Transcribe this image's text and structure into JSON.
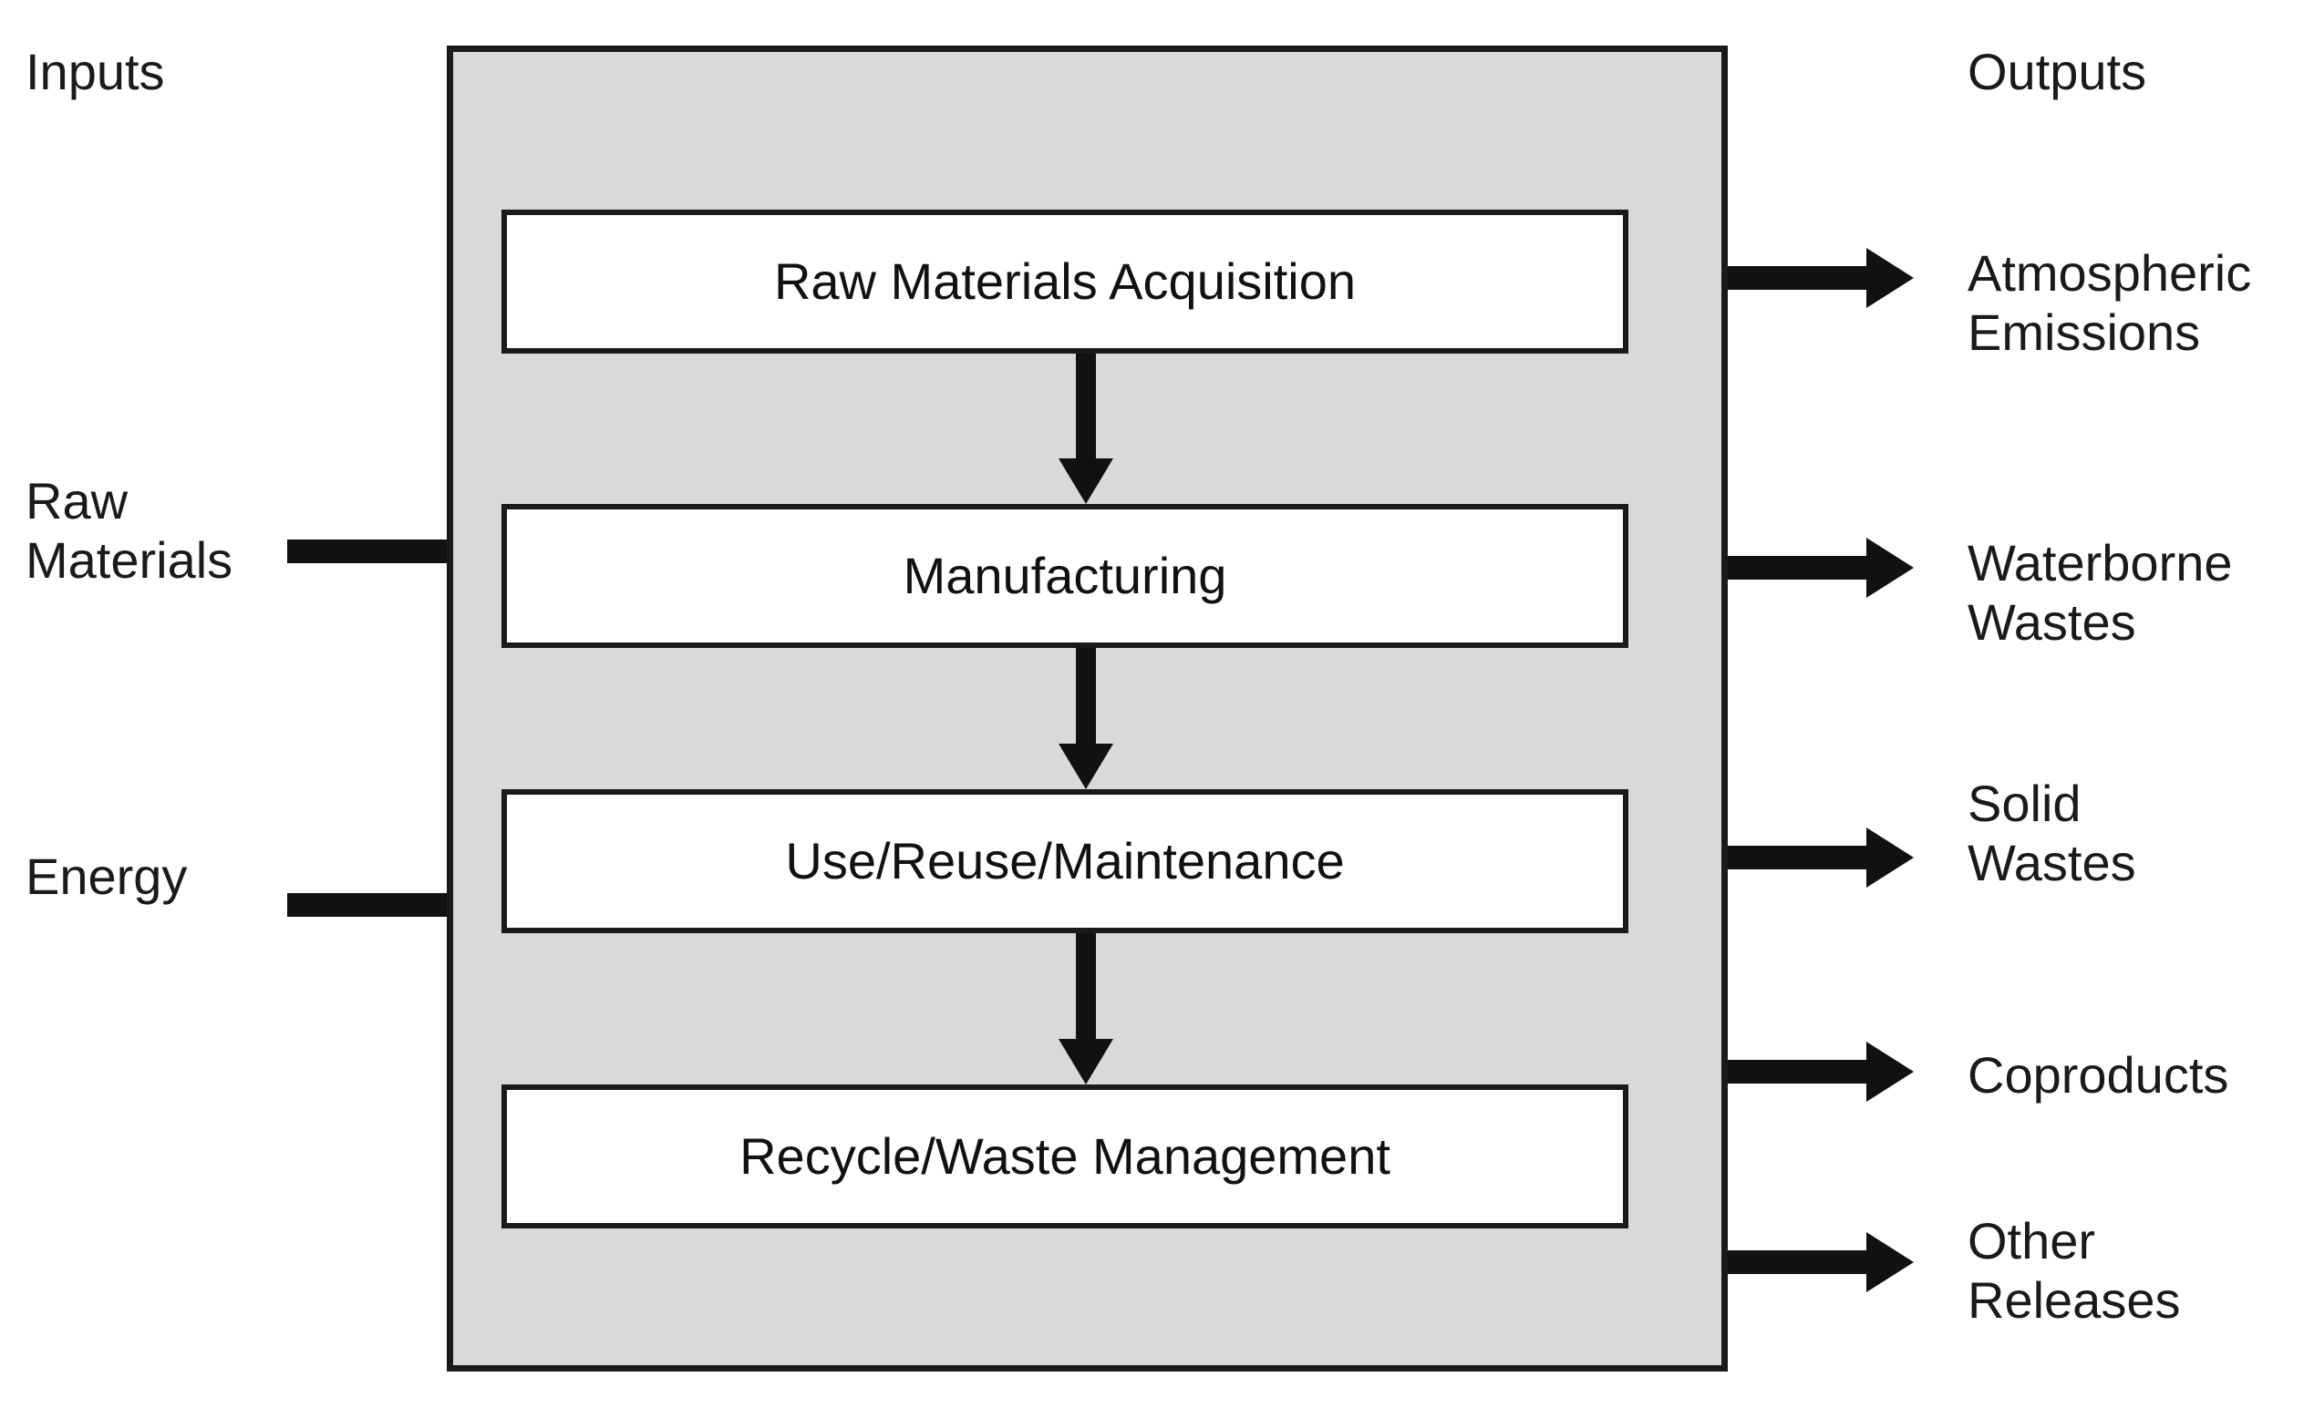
{
  "diagram": {
    "title_inputs": "Inputs",
    "title_outputs": "Outputs",
    "boundary_fill_color": "#D9D9D9",
    "stroke_color": "#111111",
    "box_fill_color": "#FFFFFF"
  },
  "inputs": [
    {
      "label": "Raw\nMaterials",
      "arrow": "input-arrow-right"
    },
    {
      "label": "Energy",
      "arrow": "input-arrow-right"
    }
  ],
  "stages": [
    {
      "label": "Raw Materials Acquisition"
    },
    {
      "label": "Manufacturing"
    },
    {
      "label": "Use/Reuse/Maintenance"
    },
    {
      "label": "Recycle/Waste Management"
    }
  ],
  "flow_arrows": [
    {
      "from": "Raw Materials Acquisition",
      "to": "Manufacturing",
      "direction": "down"
    },
    {
      "from": "Manufacturing",
      "to": "Use/Reuse/Maintenance",
      "direction": "down"
    },
    {
      "from": "Use/Reuse/Maintenance",
      "to": "Recycle/Waste Management",
      "direction": "down"
    }
  ],
  "outputs": [
    {
      "label": "Atmospheric\nEmissions",
      "arrow": "output-arrow-right"
    },
    {
      "label": "Waterborne\nWastes",
      "arrow": "output-arrow-right"
    },
    {
      "label": "Solid\nWastes",
      "arrow": "output-arrow-right"
    },
    {
      "label": "Coproducts",
      "arrow": "output-arrow-right"
    },
    {
      "label": "Other\nReleases",
      "arrow": "output-arrow-right"
    }
  ]
}
